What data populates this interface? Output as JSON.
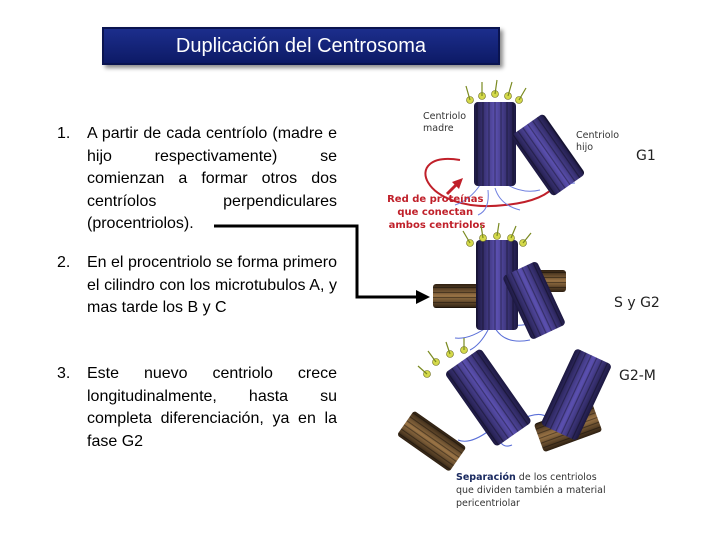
{
  "title": "Duplicación del Centrosoma",
  "steps": [
    {
      "number": "1.",
      "text": "A partir de cada centríolo (madre e hijo respectivamente) se comienzan a formar otros dos centríolos perpendiculares (procentriolos)."
    },
    {
      "number": "2.",
      "text": "En el procentriolo se forma primero el cilindro con los microtubulos A, y mas tarde los B y C"
    },
    {
      "number": "3.",
      "text": "Este nuevo centriolo crece longitudinalmente, hasta su completa diferenciación, ya en la fase G2"
    }
  ],
  "figure": {
    "label_mother": [
      "Centriolo",
      "madre"
    ],
    "label_daughter": [
      "Centriolo",
      "hijo"
    ],
    "label_proteins": [
      "Red de proteínas",
      "que conectan",
      "ambos centriolos"
    ],
    "label_separation_bold": "Separación",
    "label_separation_rest": [
      " de los centriolos",
      "que dividen también a  material",
      "pericentriolar"
    ],
    "phase_g1": "G1",
    "phase_s_g2": "S y G2",
    "phase_g2m": "G2-M"
  },
  "colors": {
    "title_bg": "#14237a",
    "centriole_blue": "#4a3f9a",
    "centriole_brown": "#7a5a34",
    "protein_red": "#c0202a",
    "fiber_blue": "#5a6fd8"
  }
}
